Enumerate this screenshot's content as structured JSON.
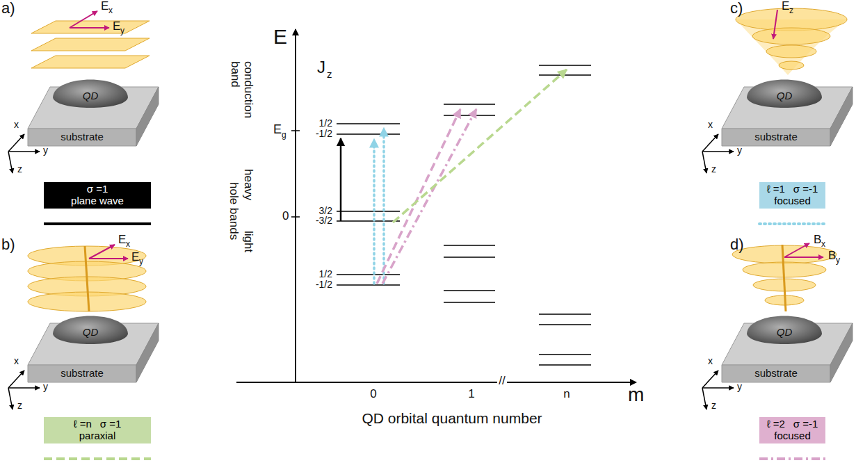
{
  "diagram": {
    "nodes": [
      {
        "text": [
          "σ =1",
          "plane wave"
        ]
      },
      {
        "text": [
          "ℓ =n",
          "σ =1",
          "paraxial"
        ]
      },
      {
        "text": [
          "ℓ =1",
          "σ =-1",
          "focused"
        ]
      },
      {
        "text": [
          "ℓ =2",
          "σ =-1",
          "focused"
        ]
      }
    ],
    "labels": [
      "a)",
      "E",
      "x",
      "E",
      "y",
      "QD",
      "substrate",
      "x",
      "y",
      "z",
      "b)",
      "E",
      "x",
      "E",
      "y",
      "QD",
      "substrate",
      "x",
      "y",
      "z",
      "c)",
      "E",
      "z",
      "QD",
      "substrate",
      "x",
      "y",
      "z",
      "d)",
      "B",
      "x",
      "B",
      "y",
      "QD",
      "substrate",
      "x",
      "y",
      "z",
      "E",
      "conduction band",
      "heavy",
      "light",
      "hole bands",
      "J",
      "z",
      "E",
      "g",
      "0",
      "1/2",
      "-1/2",
      "3/2",
      "-3/2",
      "1/2",
      "-1/2",
      "0",
      "1",
      "//",
      "n",
      "m",
      "QD orbital quantum number"
    ]
  }
}
